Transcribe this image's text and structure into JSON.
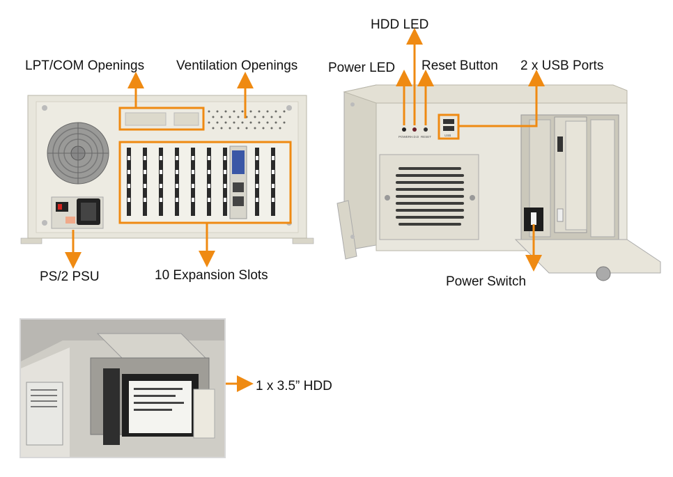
{
  "colors": {
    "accent": "#ef8a12",
    "chassis": "#e8e6dc",
    "chassis_dark": "#c9c6b8"
  },
  "labels": {
    "hdd_led": "HDD LED",
    "lpt_com": "LPT/COM Openings",
    "ventilation": "Ventilation Openings",
    "power_led": "Power LED",
    "reset_button": "Reset Button",
    "usb_ports": "2 x USB Ports",
    "ps2_psu": "PS/2 PSU",
    "expansion_slots": "10 Expansion Slots",
    "power_switch": "Power Switch",
    "hdd": "1 x 3.5” HDD"
  },
  "panel_text": {
    "led_power": "POWER",
    "led_hdd": "H.D.D",
    "led_reset": "RESET",
    "usb": "USB"
  }
}
